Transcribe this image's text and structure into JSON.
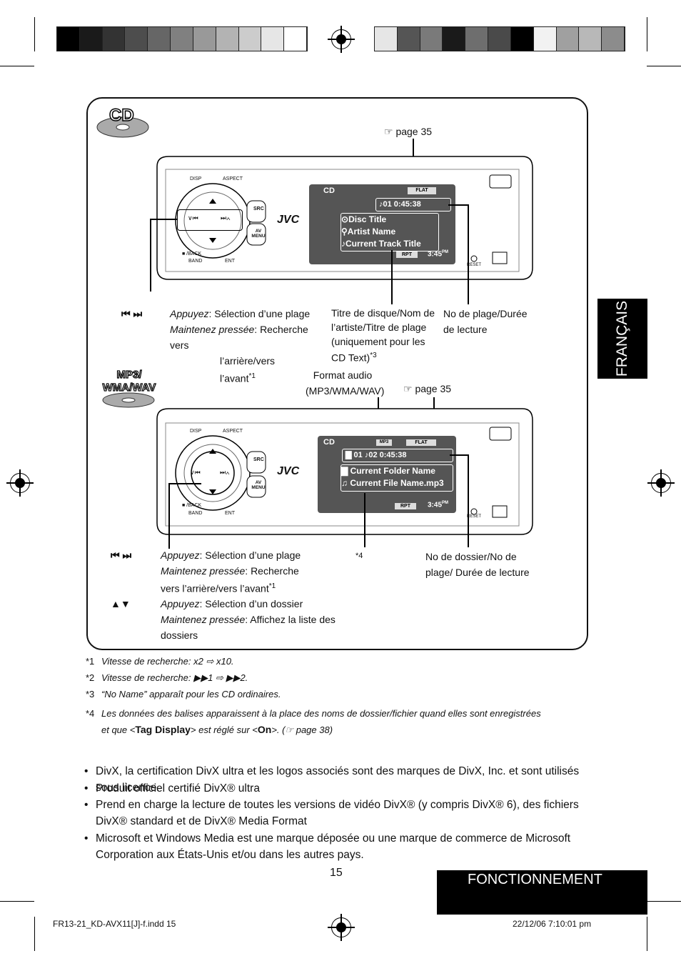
{
  "page": {
    "side_tab": "FRANÇAIS",
    "section_tab": "FONCTIONNEMENT",
    "page_number": "15",
    "footer_left": "FR13-21_KD-AVX11[J]-f.indd   15",
    "footer_right": "22/12/06   7:10:01 pm"
  },
  "colors": {
    "tab_bg": "#000000",
    "tab_text": "#ffffff",
    "lcd_bg": "#555555",
    "swatches_left": [
      "#000000",
      "#1a1a1a",
      "#333333",
      "#4d4d4d",
      "#666666",
      "#808080",
      "#999999",
      "#b3b3b3",
      "#cccccc",
      "#e6e6e6",
      "#ffffff"
    ],
    "swatches_right": [
      "#e6e6e6",
      "#555555",
      "#7a7a7a",
      "#1a1a1a",
      "#6e6e6e",
      "#4a4a4a",
      "#000000",
      "#f2f2f2",
      "#a0a0a0",
      "#b8b8b8",
      "#8c8c8c"
    ]
  },
  "cd_section": {
    "badge": "CD",
    "page_ref": "page 35",
    "unit": {
      "brand": "JVC",
      "btn_disp": "DISP",
      "btn_aspect": "ASPECT",
      "btn_src": "SRC",
      "btn_av": "AV MENU",
      "btn_back": "■ /BACK",
      "btn_band": "BAND",
      "btn_ent": "ENT",
      "reset": "RESET",
      "lcd_source": "CD",
      "lcd_eq": "FLAT",
      "lcd_track_time": "♪01     0:45:38",
      "lcd_disc_title": "Disc Title",
      "lcd_artist": "Artist Name",
      "lcd_track_title": "Current Track Title",
      "lcd_rpt": "RPT",
      "lcd_clock": "3:45",
      "lcd_pm": "PM"
    },
    "callout_keys": "⏮ ⏭",
    "callout_press_label": "Appuyez",
    "callout_press": ": Sélection d’une plage",
    "callout_hold_label": "Maintenez pressée",
    "callout_hold": ": Recherche vers",
    "callout_hold2": "l’arrière/vers l’avant",
    "callout_hold2_sup": "*1",
    "callout_title": "Titre de disque/Nom de l’artiste/Titre de plage (uniquement pour les CD Text)",
    "callout_title_sup": "*3",
    "callout_track": "No de plage/Durée de lecture"
  },
  "mp3_section": {
    "badge": "MP3/ WMA/WAV",
    "format_label": "Format audio (MP3/WMA/WAV)",
    "page_ref": "page 35",
    "unit": {
      "brand": "JVC",
      "btn_disp": "DISP",
      "btn_aspect": "ASPECT",
      "btn_src": "SRC",
      "btn_av": "AV MENU",
      "btn_back": "■ /BACK",
      "btn_band": "BAND",
      "btn_ent": "ENT",
      "reset": "RESET",
      "lcd_source": "CD",
      "lcd_format": "MP3",
      "lcd_eq": "FLAT",
      "lcd_folder_track_time": "01   ♪02     0:45:38",
      "lcd_folder_name": "Current Folder Name",
      "lcd_file_name": "Current File Name.mp3",
      "lcd_rpt": "RPT",
      "lcd_clock": "3:45",
      "lcd_pm": "PM"
    },
    "note_ref": "*4",
    "callout_folder": "No de dossier/No de plage/ Durée de lecture",
    "callout_keys": "⏮ ⏭",
    "callout_press_label": "Appuyez",
    "callout_press": ": Sélection d’une plage",
    "callout_hold_label": "Maintenez pressée",
    "callout_hold": ": Recherche",
    "callout_hold2": "vers l’arrière/vers l’avant",
    "callout_hold2_sup": "*1",
    "callout_updown_keys": "▲▼",
    "callout_updown_press_label": "Appuyez",
    "callout_updown_press": ": Sélection d’un dossier",
    "callout_updown_hold_label": "Maintenez pressée",
    "callout_updown_hold": ": Affichez la liste des dossiers"
  },
  "footnotes": [
    {
      "mark": "*1",
      "text": "Vitesse de recherche: x2 ⇨ x10."
    },
    {
      "mark": "*2",
      "text": "Vitesse de recherche: ▶▶1 ⇨ ▶▶2."
    },
    {
      "mark": "*3",
      "text": "“No Name” apparaît pour les CD ordinaires."
    },
    {
      "mark": "*4",
      "text": "Les données des balises apparaissent à la place des noms de dossier/fichier quand elles sont enregistrées et que <",
      "bold1": "Tag Display",
      "mid": "> est réglé sur <",
      "bold2": "On",
      "end": ">. (☞ page 38)"
    }
  ],
  "bullets": [
    "DivX, la certification DivX ultra et les logos associés sont des marques de DivX, Inc. et sont utilisés sous licence.",
    "Produit officiel certifié DivX® ultra",
    "Prend en charge la lecture de toutes les versions de vidéo DivX® (y compris DivX® 6), des fichiers DivX® standard et de DivX® Media Format",
    "Microsoft et Windows Media est une marque déposée ou une marque de commerce de Microsoft Corporation aux États-Unis et/ou dans les autres pays."
  ]
}
